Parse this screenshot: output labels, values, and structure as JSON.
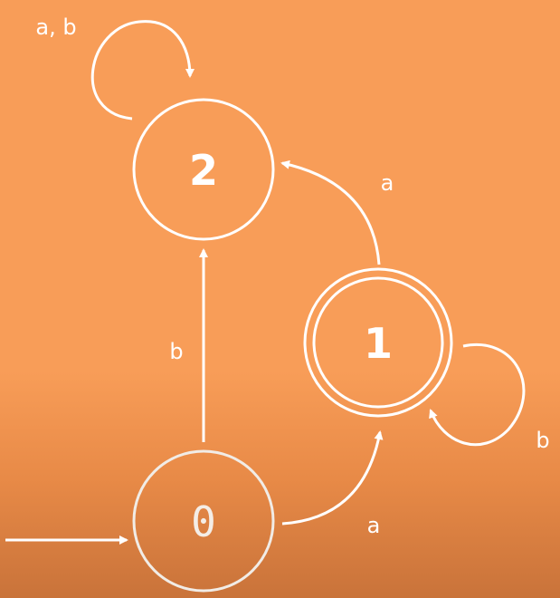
{
  "automaton": {
    "states": [
      {
        "id": "q0",
        "label": "0",
        "initial": true,
        "accepting": false
      },
      {
        "id": "q1",
        "label": "1",
        "initial": false,
        "accepting": true
      },
      {
        "id": "q2",
        "label": "2",
        "initial": false,
        "accepting": false
      }
    ],
    "transitions": [
      {
        "from": "0",
        "to": "1",
        "label": "a"
      },
      {
        "from": "0",
        "to": "2",
        "label": "b"
      },
      {
        "from": "1",
        "to": "2",
        "label": "a"
      },
      {
        "from": "1",
        "to": "1",
        "label": "b"
      },
      {
        "from": "2",
        "to": "2",
        "label": "a, b"
      }
    ]
  },
  "colors": {
    "background": "#f89d58",
    "stroke": "#ffffff"
  }
}
